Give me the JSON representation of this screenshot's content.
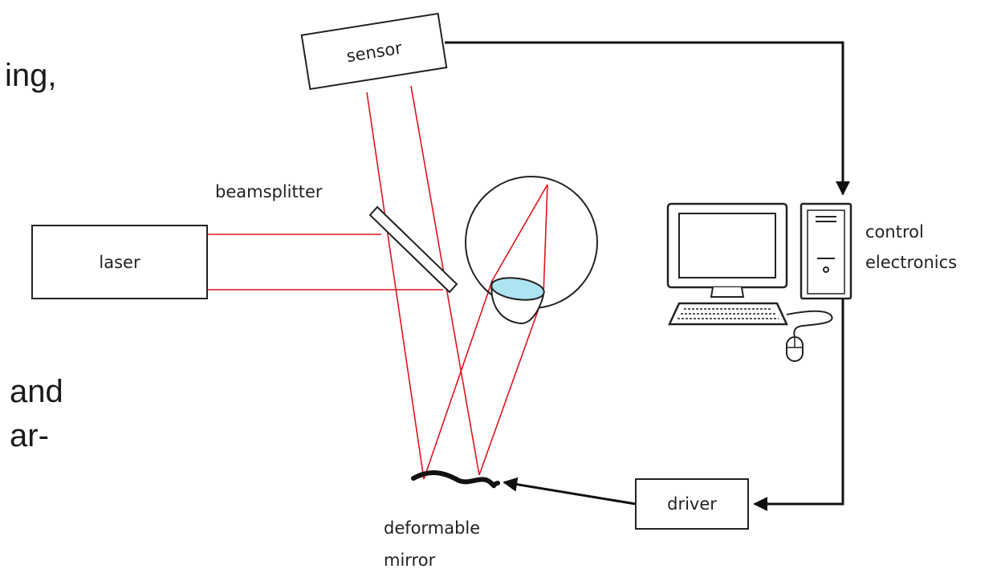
{
  "slide_text": {
    "fragment_1": "ing,",
    "fragment_2": "and",
    "fragment_3": "ar-"
  },
  "labels": {
    "sensor": "sensor",
    "beamsplitter": "beamsplitter",
    "laser": "laser",
    "control_line1": "control",
    "control_line2": "electronics",
    "driver": "driver",
    "mirror_line1": "deformable",
    "mirror_line2": "mirror"
  },
  "colors": {
    "beam": "#e0141e",
    "lens": "#aee4f2",
    "outline": "#222222"
  }
}
